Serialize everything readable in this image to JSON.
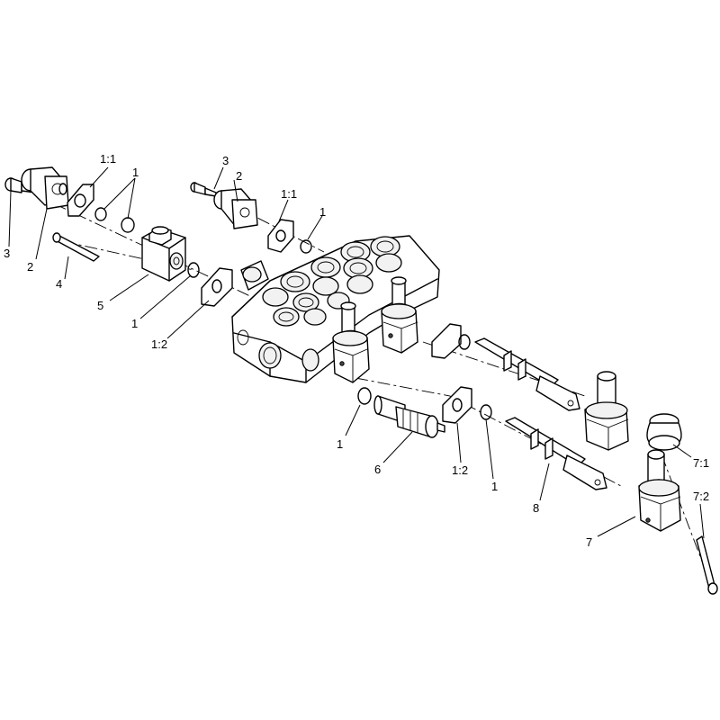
{
  "callouts": [
    {
      "id": "c-3-left",
      "text": "3"
    },
    {
      "id": "c-2-left",
      "text": "2"
    },
    {
      "id": "c-1-1-left",
      "text": "1:1"
    },
    {
      "id": "c-1-left-top",
      "text": "1"
    },
    {
      "id": "c-4",
      "text": "4"
    },
    {
      "id": "c-5",
      "text": "5"
    },
    {
      "id": "c-1-left-mid",
      "text": "1"
    },
    {
      "id": "c-1-2-left",
      "text": "1:2"
    },
    {
      "id": "c-3-center",
      "text": "3"
    },
    {
      "id": "c-2-center",
      "text": "2"
    },
    {
      "id": "c-1-1-center",
      "text": "1:1"
    },
    {
      "id": "c-1-center",
      "text": "1"
    },
    {
      "id": "c-1-lower",
      "text": "1"
    },
    {
      "id": "c-6",
      "text": "6"
    },
    {
      "id": "c-1-2-lower",
      "text": "1:2"
    },
    {
      "id": "c-1-lower-right",
      "text": "1"
    },
    {
      "id": "c-8",
      "text": "8"
    },
    {
      "id": "c-7-1",
      "text": "7:1"
    },
    {
      "id": "c-7-2",
      "text": "7:2"
    },
    {
      "id": "c-7",
      "text": "7"
    }
  ]
}
